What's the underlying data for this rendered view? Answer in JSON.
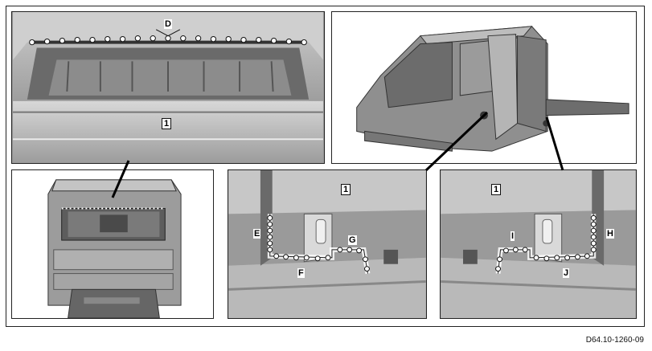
{
  "labels": {
    "one": "1",
    "D": "D",
    "E": "E",
    "F": "F",
    "G": "G",
    "H": "H",
    "I": "I",
    "J": "J"
  },
  "document_id": "D64.10-1260-09",
  "colors": {
    "metal_light": "#c9c9c9",
    "metal_mid": "#9a9a9a",
    "metal_dark": "#4a4a4a",
    "rivet": "#ffffff",
    "frame": "#222222"
  }
}
